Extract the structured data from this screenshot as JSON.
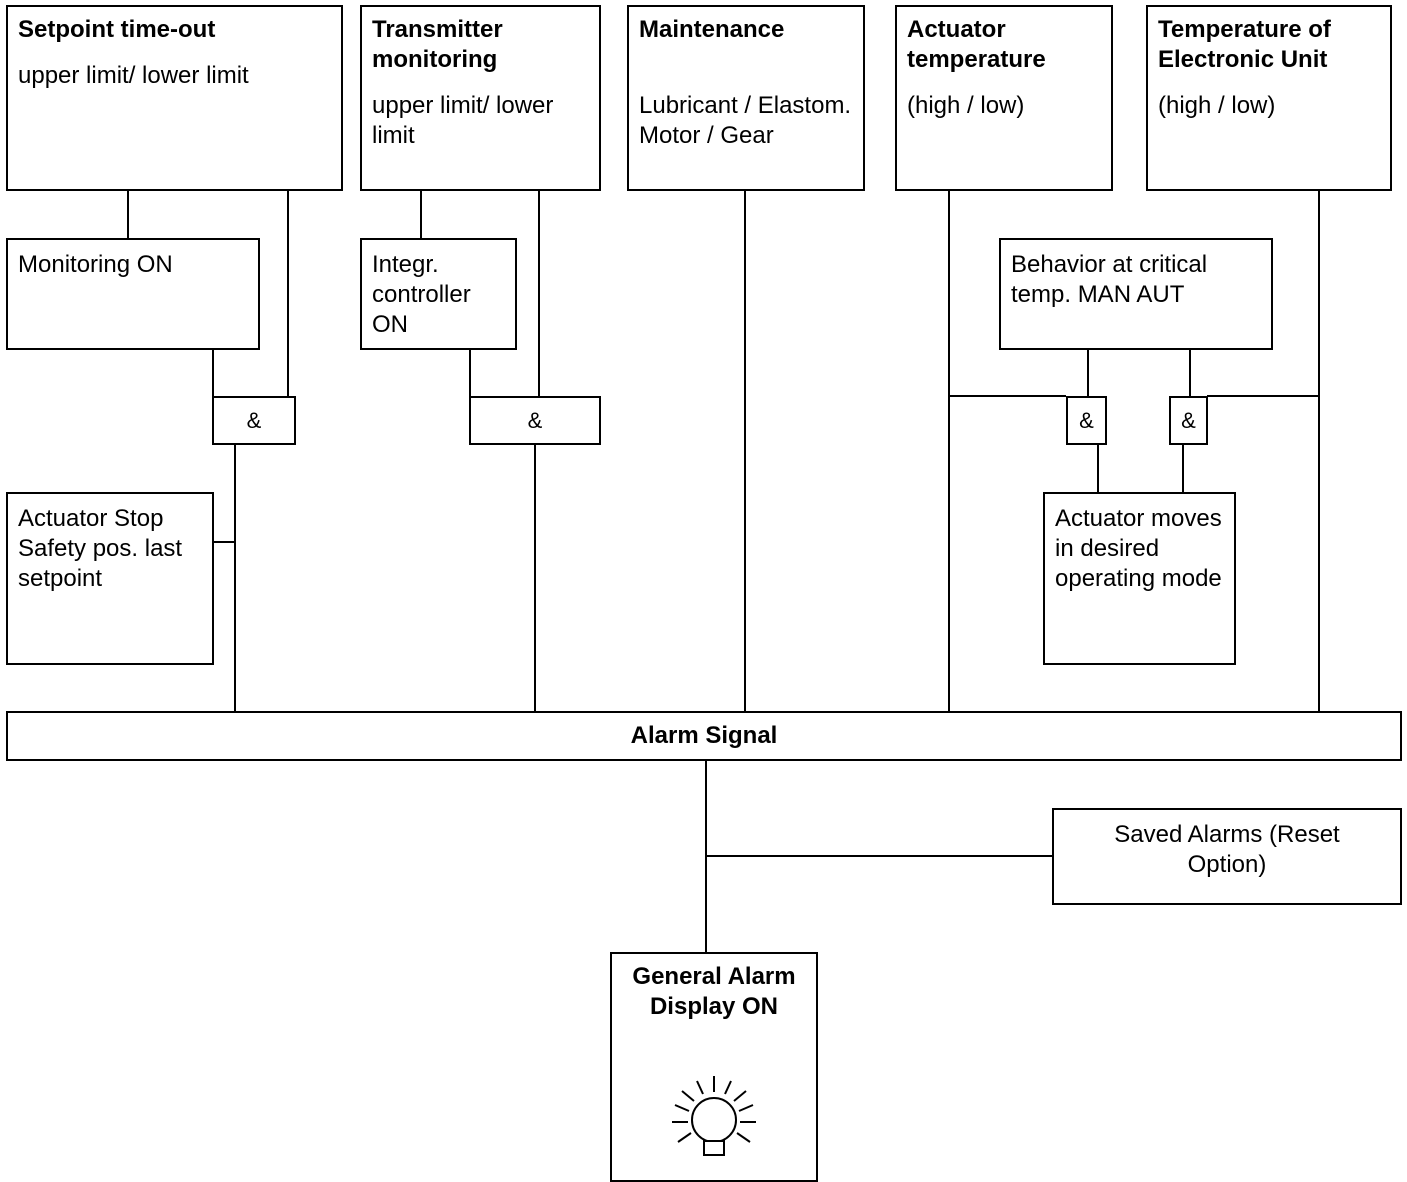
{
  "sources": {
    "setpoint": {
      "title": "Setpoint time-out",
      "detail": "upper limit/ lower limit"
    },
    "transmitter": {
      "title": "Transmitter monitoring",
      "detail": "upper limit/ lower limit"
    },
    "maintenance": {
      "title": "Maintenance",
      "detail": "Lubricant / Elastom. Motor / Gear"
    },
    "actuator_temp": {
      "title": "Actuator temperature",
      "detail": "(high / low)"
    },
    "electronic_temp": {
      "title": "Temperature of Electronic Unit",
      "detail": "(high / low)"
    }
  },
  "conditions": {
    "monitoring_on": "Monitoring ON",
    "integr_controller_on": "Integr. controller ON",
    "behavior_critical": "Behavior at critical temp. MAN AUT"
  },
  "gate_symbol": "&",
  "actions": {
    "actuator_stop": "Actuator Stop Safety pos. last setpoint",
    "actuator_moves": "Actuator moves in desired operating mode"
  },
  "alarm_signal": "Alarm Signal",
  "saved_alarms": "Saved Alarms (Reset Option)",
  "general_alarm": "General Alarm Display ON",
  "lamp_icon": "light-bulb-icon"
}
